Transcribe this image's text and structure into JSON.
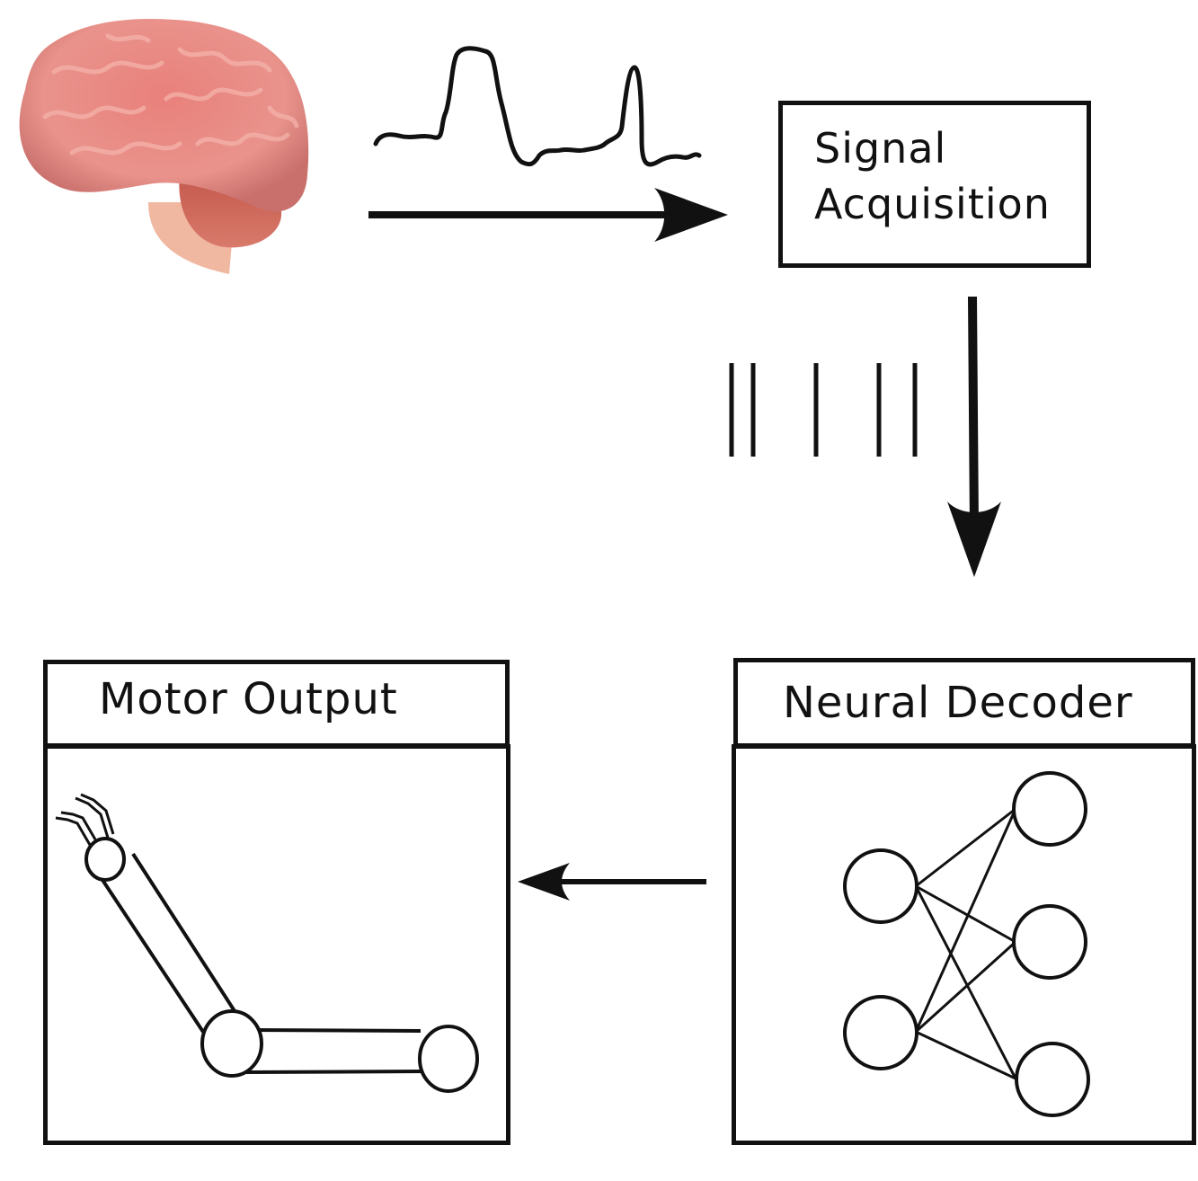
{
  "diagram": {
    "signal_acquisition": {
      "line1": "Signal",
      "line2": "Acquisition"
    },
    "motor_output": {
      "label": "Motor Output"
    },
    "neural_decoder": {
      "label": "Neural Decoder"
    }
  },
  "icons": [
    "brain-icon",
    "neural-signal-waveform",
    "spike-raster",
    "robotic-arm-icon",
    "neural-network-icon"
  ],
  "colors": {
    "stroke": "#111111",
    "brain_pink": "#e8918a",
    "brain_stem": "#f0b8a0"
  }
}
